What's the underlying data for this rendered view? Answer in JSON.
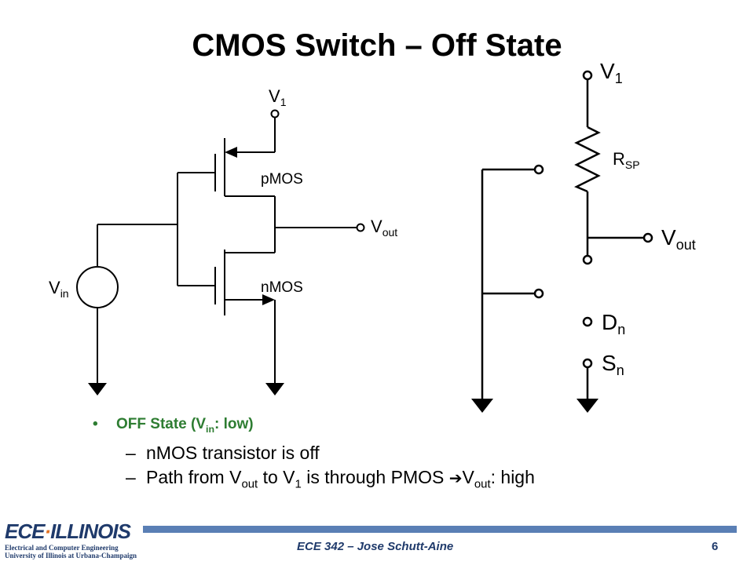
{
  "slide": {
    "title": "CMOS Switch – Off State"
  },
  "diagram_left": {
    "v1_label": "V",
    "v1_sub": "1",
    "pmos_label": "pMOS",
    "nmos_label": "nMOS",
    "vout_label": "V",
    "vout_sub": "out",
    "vin_label": "V",
    "vin_sub": "in"
  },
  "diagram_right": {
    "v1_label": "V",
    "v1_sub": "1",
    "r_label": "R",
    "r_sub": "SP",
    "vout_label": "V",
    "vout_sub": "out",
    "dn_label": "D",
    "dn_sub": "n",
    "sn_label": "S",
    "sn_sub": "n"
  },
  "bullets": {
    "main_prefix": "OFF State (V",
    "main_sub": "in",
    "main_suffix": ": low)",
    "sub1": "nMOS transistor is off",
    "sub2_a": "Path from V",
    "sub2_a_sub": "out",
    "sub2_b": " to V",
    "sub2_b_sub": "1",
    "sub2_c": " is through PMOS ",
    "sub2_d": "V",
    "sub2_d_sub": "out",
    "sub2_e": ": high"
  },
  "footer": {
    "course": "ECE 342 – Jose Schutt-Aine",
    "page": "6",
    "logo_main_a": "ECE",
    "logo_main_sep": "·",
    "logo_main_b": "ILLINOIS",
    "logo_line1": "Electrical and Computer Engineering",
    "logo_line2": "University of Illinois at Urbana-Champaign"
  },
  "colors": {
    "bullet_green": "#2e7d32",
    "footer_blue": "#1f3a6b",
    "footer_bar": "#5a7fb5",
    "logo_accent": "#e37222"
  }
}
